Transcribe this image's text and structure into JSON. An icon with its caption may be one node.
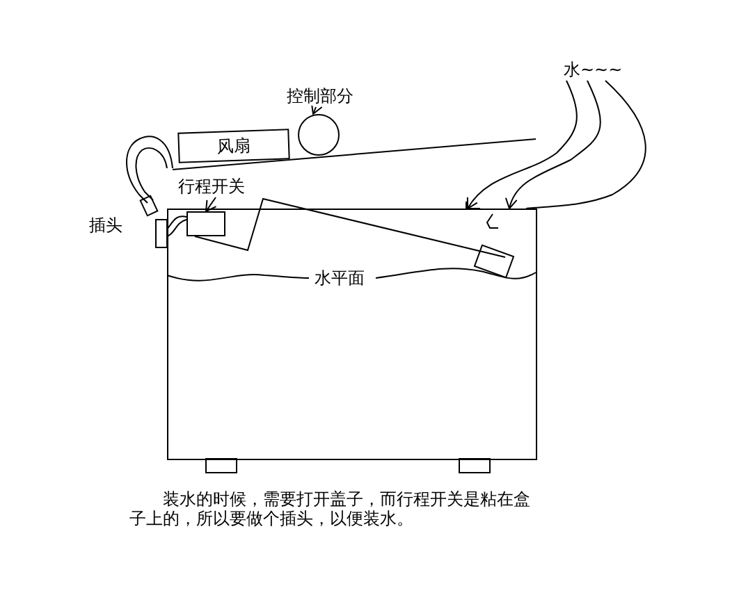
{
  "diagram": {
    "caption": "装水的时候，需要打开盖子，而行程开关是粘在盒子上的，所以要做个插头，以便装水。",
    "nodes": [
      {
        "text": [
          "风扇"
        ]
      },
      {
        "text": [
          "控制部分"
        ]
      },
      {
        "text": [],
        "shape": "circle"
      },
      {
        "text": [
          "行程开关"
        ]
      },
      {
        "text": [],
        "shape": "box"
      },
      {
        "text": [],
        "shape": "box",
        "in": 4
      },
      {
        "text": [
          "水平面"
        ],
        "in": 4
      },
      {
        "text": [
          "水~~~"
        ]
      }
    ],
    "edges": [
      {
        "from": 1,
        "to": 2,
        "arrow": "to"
      },
      {
        "from": 3,
        "to": 5,
        "arrow": "to"
      },
      {
        "from": 7,
        "to": 4,
        "arrow": "to"
      },
      {
        "from": 7,
        "to": 4,
        "arrow": "to"
      },
      {
        "from": 7,
        "to": 4,
        "arrow": "none"
      }
    ],
    "labels": [
      "插头"
    ]
  }
}
